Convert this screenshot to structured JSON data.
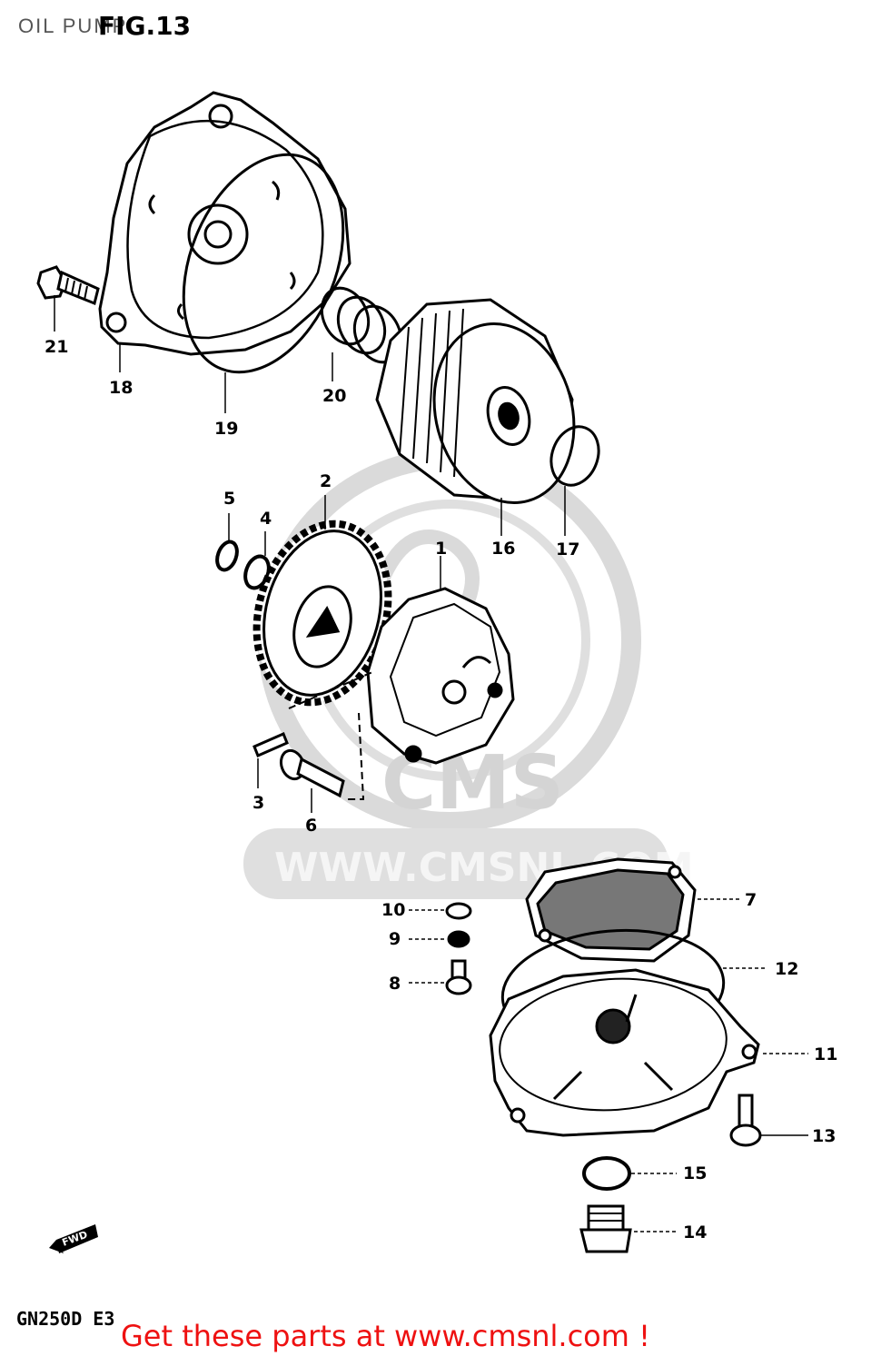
{
  "title": "OIL PUMP",
  "figure_label": "FIG.13",
  "model_code": "GN250D E3",
  "watermark": {
    "logo": "CMS",
    "url": "WWW.CMSNL.COM"
  },
  "fwd_marker": "FWD",
  "cta": "Get these parts at www.cmsnl.com !",
  "callouts": [
    "21",
    "18",
    "19",
    "20",
    "16",
    "17",
    "5",
    "4",
    "2",
    "1",
    "3",
    "6",
    "10",
    "9",
    "8",
    "7",
    "12",
    "11",
    "13",
    "15",
    "14"
  ]
}
